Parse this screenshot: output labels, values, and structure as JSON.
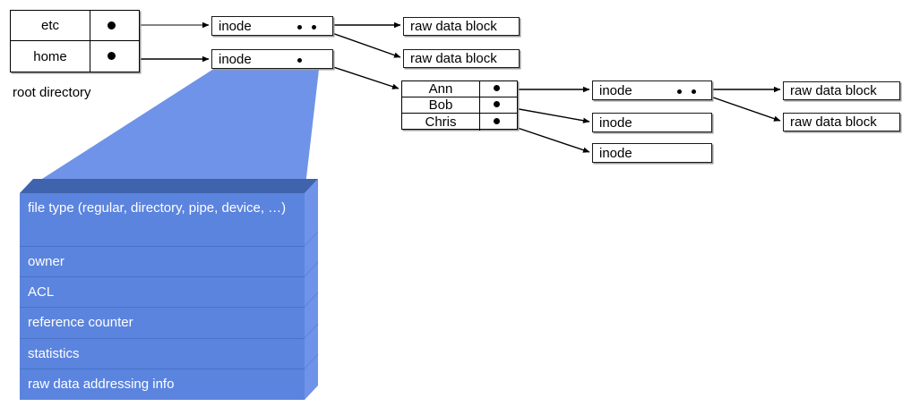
{
  "diagram": {
    "title_label": "root directory",
    "root_directory": {
      "name": "root-directory-table",
      "rows": [
        {
          "name": "etc",
          "pointer": "pointer-dot"
        },
        {
          "name": "home",
          "pointer": "pointer-dot"
        }
      ]
    },
    "inodes_level1": [
      {
        "label": "inode",
        "pointers": 2
      },
      {
        "label": "inode",
        "pointers": 1
      }
    ],
    "raw_blocks_level1": [
      {
        "label": "raw data block"
      },
      {
        "label": "raw data block"
      }
    ],
    "home_directory": {
      "name": "home-directory-table",
      "rows": [
        {
          "name": "Ann",
          "pointer": "pointer-dot"
        },
        {
          "name": "Bob",
          "pointer": "pointer-dot"
        },
        {
          "name": "Chris",
          "pointer": "pointer-dot"
        }
      ]
    },
    "inodes_level2": [
      {
        "label": "inode",
        "pointers": 2
      },
      {
        "label": "inode",
        "pointers": 0
      },
      {
        "label": "inode",
        "pointers": 0
      }
    ],
    "raw_blocks_level2": [
      {
        "label": "raw data block"
      },
      {
        "label": "raw data block"
      }
    ],
    "inode_detail": {
      "name": "inode-structure-callout",
      "fields": [
        "file type (regular, directory, pipe, device, …)",
        "owner",
        "ACL",
        "reference counter",
        "statistics",
        "raw data addressing info"
      ]
    },
    "colors": {
      "callout_front": "#5b84de",
      "callout_side": "#6f93e8",
      "callout_top": "#3f63ad",
      "fan": "#6f93e8",
      "line": "#000000",
      "box_border": "#1a1a1a",
      "box_shadow": "#9a9a9a",
      "text_on_callout": "#ffffff"
    }
  }
}
